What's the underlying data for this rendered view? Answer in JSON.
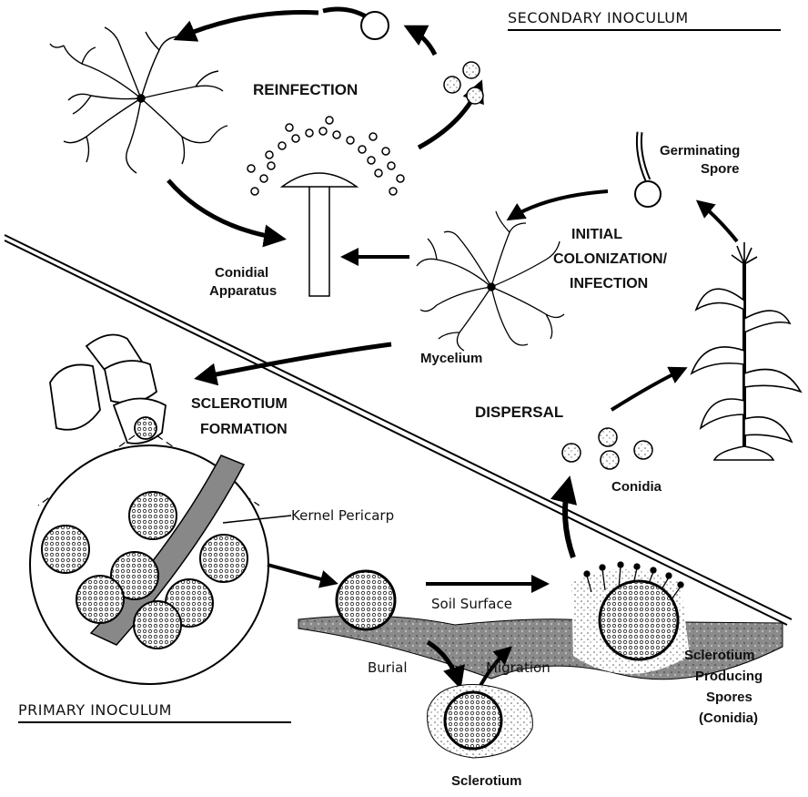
{
  "diagram": {
    "headings": {
      "secondary": "SECONDARY INOCULUM",
      "primary": "PRIMARY INOCULUM"
    },
    "stages": {
      "reinfection": "REINFECTION",
      "initial_colonization_line1": "INITIAL",
      "initial_colonization_line2": "COLONIZATION/",
      "initial_colonization_line3": "INFECTION",
      "sclerotium_formation_line1": "SCLEROTIUM",
      "sclerotium_formation_line2": "FORMATION",
      "dispersal": "DISPERSAL"
    },
    "labels": {
      "germinating_spore_line1": "Germinating",
      "germinating_spore_line2": "Spore",
      "conidial_apparatus_line1": "Conidial",
      "conidial_apparatus_line2": "Apparatus",
      "mycelium": "Mycelium",
      "kernel_pericarp": "Kernel Pericarp",
      "conidia": "Conidia",
      "soil_surface": "Soil Surface",
      "burial": "Burial",
      "migration": "Migration",
      "sclerotium": "Sclerotium",
      "sclerotium_spores_line1": "Sclerotium",
      "sclerotium_spores_line2": "Producing",
      "sclerotium_spores_line3": "Spores",
      "sclerotium_spores_line4": "(Conidia)"
    }
  }
}
